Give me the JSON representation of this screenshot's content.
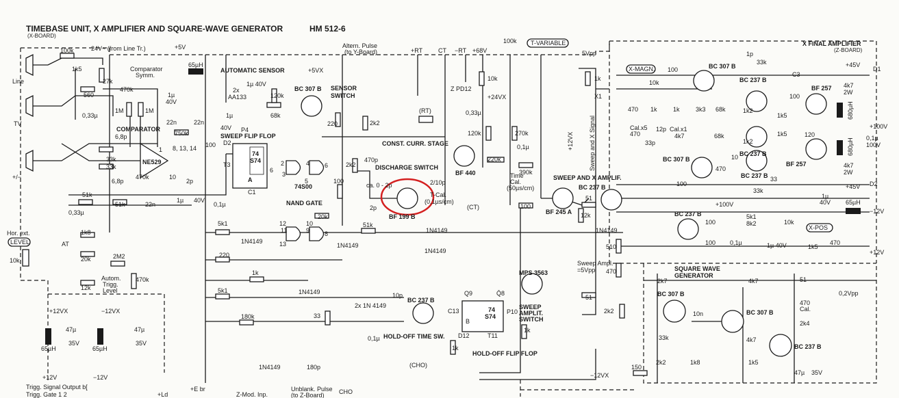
{
  "title": "TIMEBASE UNIT, X AMPLIFIER AND SQUARE-WAVE GENERATOR",
  "model": "HM 512-6",
  "board": "(X-BOARD)",
  "x_final": {
    "title": "X FINAL AMPLIFIER",
    "board": "(Z-BOARD)"
  },
  "square_wave": {
    "title": "SQUARE WAVE",
    "title2": "GENERATOR"
  },
  "inputs": {
    "line": "Line",
    "tv": "TV",
    "pm": "+/−",
    "hor_ext": "Hor. ext.",
    "level": "LEVEL",
    "at": "AT"
  },
  "top": {
    "v24": "24V~ (from Line Tr.)",
    "v5": "+5V",
    "altern_pulse": "Altern. Pulse",
    "to_y": "(to Y-Board)",
    "rt_plus": "+RT",
    "ct": "CT",
    "rt_minus": "−RT",
    "v68": "+68V",
    "r100k_top": "100k",
    "t_variable": "T-VARIABLE",
    "v5pp": "5Vpp",
    "v5vx": "+5VX"
  },
  "sections": {
    "automatic_sensor": "AUTOMATIC SENSOR",
    "sensor_switch": "SENSOR",
    "sensor_switch2": "SWITCH",
    "sweep_ff": "SWEEP FLIP FLOP",
    "comparator": "COMPARATOR",
    "comparator_symm": "Comparator",
    "comparator_symm2": "Symm.",
    "nand_gate": "NAND GATE",
    "const_curr": "CONST. CURR. STAGE",
    "discharge": "DISCHARGE SWITCH",
    "sweep_x_amp": "SWEEP AND X AMPLIF.",
    "hold_off_time": "HOLD-OFF TIME SW.",
    "hold_off_ff": "HOLD-OFF FLIP FLOP",
    "sweep_ampl_switch": "SWEEP",
    "sweep_ampl_switch2": "AMPLIT.",
    "sweep_ampl_switch3": "SWITCH",
    "sweep_ampl": "Sweep Ampl.",
    "sweep_ampl2": "=5Vpp",
    "autom_trigg": "Autom.",
    "autom_trigg2": "Trigg.",
    "autom_trigg3": "Level",
    "t_cal": "T-Cal.",
    "t_cal2": "(0,1µs/cm)",
    "time_cal": "Time",
    "time_cal2": "Cal.",
    "time_cal3": "(50µs/cm)",
    "sweep_x_signal": "Sweep and X Signal"
  },
  "ics": {
    "ne529": "NE529",
    "s74_1": "74",
    "s74_1b": "S74",
    "s74_a": "A",
    "s00": "74S00",
    "s74_2": "74",
    "s74_2b": "S74",
    "q9": "Q9",
    "q8": "Q̄8",
    "c13": "C13",
    "d12": "D12",
    "t11": "T11",
    "p10": "P10",
    "b": "B",
    "p4": "P4",
    "d2": "D2",
    "t3": "T3",
    "c1": "C1",
    "pin2": "2",
    "pin3": "3",
    "pin4": "4",
    "pin5": "5",
    "pin6": "6",
    "pin8": "8",
    "pin9": "9",
    "pin10": "10",
    "pin11": "11",
    "pin12": "12",
    "pin13": "13",
    "pin1": "1",
    "pin_8_13_14": "8, 13, 14",
    "pin_6b": "6"
  },
  "transistors": {
    "bc307_sensor": "BC 307 B",
    "bf440": "BF 440",
    "bf199": "BF 199 B",
    "bf245": "BF 245 A",
    "bc237_x": "BC 237 B",
    "mps3563": "MPS 3563",
    "bc237_ho": "BC 237 B",
    "bc307_z1": "BC 307 B",
    "bc237_z1": "BC 237 B",
    "bf257_1": "BF 257",
    "bc237_z2": "BC 237 B",
    "bc307_z2": "BC 307 B",
    "bc237_z3": "BC 237 B",
    "bf257_2": "BF 257",
    "bc237_z4": "BC 237 B",
    "bc307_sq1": "BC 307 B",
    "bc307_sq2": "BC 307 B",
    "bc237_sq": "BC 237 B"
  },
  "values": {
    "r100k": "100k",
    "r1k5": "1k5",
    "r27k": "27k",
    "r560": "560",
    "c033": "0,33µ",
    "r470k": "470k",
    "r1m_a": "1M",
    "r1m_b": "1M",
    "c6p8": "6,8p",
    "r33k_a": "33k",
    "r33k_b": "33k",
    "c6p8b": "6,8p",
    "r470k_b": "470k",
    "r51k_a": "51k",
    "r51k_b": "51k",
    "c22n_a": "22n",
    "c033b": "0,33µ",
    "r750k": "750k",
    "c22n_b": "22n",
    "c22n_c": "22n",
    "r100": "100",
    "c1u40": "1µ",
    "c1u40v": "40V",
    "c10": "10",
    "c2p": "2p",
    "c1u_b": "1µ",
    "v40b": "40V",
    "c01": "0,1µ",
    "l65": "65µH",
    "d2x": "2x",
    "aa133": "AA133",
    "c1u40c": "1µ 40V",
    "r120k": "120k",
    "r68k": "68k",
    "r220": "220",
    "r2k2": "2k2",
    "r1u_s": "1µ",
    "v40s": "40V",
    "r2k2_b": "2k2",
    "c470p": "470p",
    "r100_b": "100",
    "r20k": "20k",
    "r51k_c": "51k",
    "c2p_b": "2p",
    "ca02p": "ca. 0 - 2p",
    "c2_10p": "2/10p",
    "rt": "(RT)",
    "zpd12": "Z PD12",
    "r10k": "10k",
    "v24vx": "+24VX",
    "c033c": "0,33µ",
    "r120k_b": "120k",
    "r270k": "270k",
    "r220k": "220k",
    "c01b": "0,1µ",
    "r390k": "390k",
    "ctv": "(CT)",
    "r100_c": "100",
    "r51": "51",
    "r12k": "12k",
    "v12vx": "+12VX",
    "r1k": "1k",
    "x1": "X1",
    "r510": "510",
    "r470_sw": "470",
    "r51_b": "51",
    "r2k2_c": "2k2",
    "r5k1": "5k1",
    "n4149_1": "1N4149",
    "n4149_2": "1N4149",
    "n4149_3": "1N4149",
    "n4149_4": "1N4149",
    "n4149_5": "1N4149",
    "n4149_6": "1N4149",
    "n4149_7": "1N4149",
    "r220_b": "220",
    "r1k_b": "1k",
    "r5k1_b": "5k1",
    "r180k": "180k",
    "r33": "33",
    "d2x1n": "2x 1N 4149",
    "c10p": "10p",
    "c01c": "0,1µ",
    "r1k_c": "1k",
    "r1k_d": "1k",
    "cho": "(CHO)",
    "c180p": "180p",
    "r1k8": "1k8",
    "r20k_b": "20k",
    "r2m2": "2M2",
    "r12k_b": "12k",
    "r10k_lvl": "10k",
    "r470k_c": "470k",
    "v12vx_b": "+12VX",
    "v12vx_c": "−12VX",
    "c47u": "47µ",
    "v35": "35V",
    "l65b": "65µH",
    "c47u_b": "47µ",
    "v35b": "35V",
    "l65c": "65µH",
    "v12": "+12V",
    "vm12": "−12V",
    "trigg_out": "Trigg. Signal Output b[",
    "trigg_gate": "Trigg. Gate  1   2",
    "rd": "+Ld",
    "ebr": "+E br",
    "zmod": "Z-Mod. Inp.",
    "unblank": "Unblank. Pulse",
    "unblank2": "(to Z-Board)",
    "cho2": "CHO",
    "m12vx": "−12VX",
    "r150": "150",
    "x_magn": "X-MAGN.",
    "r100_z": "100",
    "r10k_z": "10k",
    "r470_z": "470",
    "r1k_z": "1k",
    "r1k_z2": "1k",
    "r3k3": "3k3",
    "r68k_z": "68k",
    "r68k_z2": "68k",
    "cal_x5": "Cal.x5",
    "r470_z2": "470",
    "c33p": "33p",
    "c12p": "12p",
    "cal_x1": "Cal.x1",
    "r4k7": "4k7",
    "r1k2": "1k2",
    "r1k2b": "1k2",
    "r1k5_z": "1k5",
    "r1k5_z2": "1k5",
    "r100_z2": "100",
    "r120_z": "120",
    "c1p": "1p",
    "r33k_z": "33k",
    "c3": "C3",
    "r4k7_2w": "4k7",
    "w2": "2W",
    "l680": "680µH",
    "l680b": "680µH",
    "c01_100": "0,1µ",
    "v100": "100V",
    "r4k7_2w_b": "4k7",
    "w2b": "2W",
    "r470_z3": "470",
    "r10_z": "10",
    "r100_z3": "100",
    "r33_z": "33",
    "r33k_z2": "33k",
    "v100b": "+100V",
    "c1u_z": "1µ",
    "v40z": "40V",
    "l65z": "65µH",
    "r100_z4": "100",
    "r5k1_z": "5k1",
    "r8k2": "8k2",
    "r10k_z2": "10k",
    "x_pos": "X-POS",
    "r100_z5": "100",
    "c01_z": "0,1µ",
    "c1u_z2": "1µ 40V",
    "r1k5_z3": "1k5",
    "r470_z4": "470",
    "v45": "+45V",
    "v45b": "+45V",
    "v100p": "+100V",
    "d1": "D1",
    "d2z": "D2",
    "vm12z": "−12V",
    "v12z": "+12V",
    "r2k7": "2k7",
    "r4k7_sq": "4k7",
    "r51_sq": "51",
    "c10n": "10n",
    "r470_sq": "470",
    "cal_sq": "Cal.",
    "r2k4": "2k4",
    "r33k_sq": "33k",
    "r4k7_sq2": "4k7",
    "r2k2_sq": "2k2",
    "r1k8_sq": "1k8",
    "r1k5_sq": "1k5",
    "c47u_sq": "47µ",
    "v35sq": "35V",
    "out02": "0,2Vpp",
    "r100_sw": "100"
  }
}
